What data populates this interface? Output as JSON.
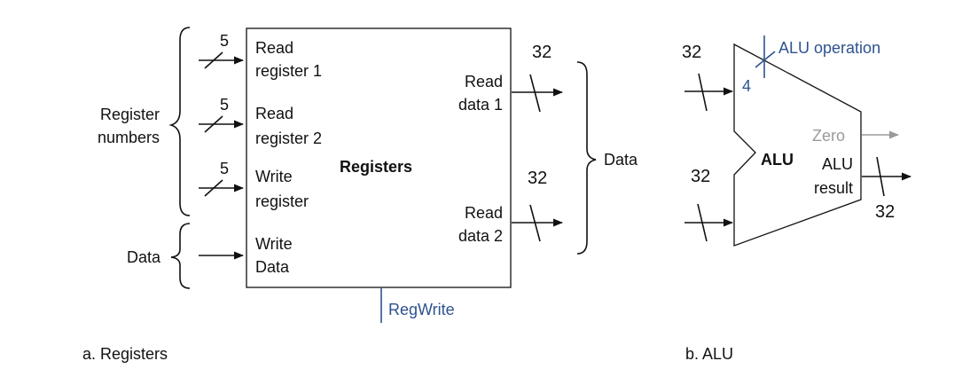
{
  "registers": {
    "title": "Registers",
    "caption": "a. Registers",
    "inputs": {
      "read_register_1": {
        "line1": "Read",
        "line2": "register 1",
        "width": "5"
      },
      "read_register_2": {
        "line1": "Read",
        "line2": "register 2",
        "width": "5"
      },
      "write_register": {
        "line1": "Write",
        "line2": "register",
        "width": "5"
      },
      "write_data": {
        "line1": "Write",
        "line2": "Data"
      }
    },
    "outputs": {
      "read_data_1": {
        "line1": "Read",
        "line2": "data 1",
        "width": "32"
      },
      "read_data_2": {
        "line1": "Read",
        "line2": "data 2",
        "width": "32"
      }
    },
    "control": "RegWrite",
    "groups": {
      "register_numbers": {
        "line1": "Register",
        "line2": "numbers"
      },
      "data_in": "Data",
      "data_out": "Data"
    }
  },
  "alu": {
    "title": "ALU",
    "caption": "b. ALU",
    "input_a_width": "32",
    "input_b_width": "32",
    "operation": {
      "label": "ALU operation",
      "width": "4"
    },
    "zero": "Zero",
    "result": {
      "line1": "ALU",
      "line2": "result",
      "width": "32"
    }
  },
  "colors": {
    "line": "#111111",
    "control": "#2e5290",
    "zero": "#9a9a9a"
  }
}
